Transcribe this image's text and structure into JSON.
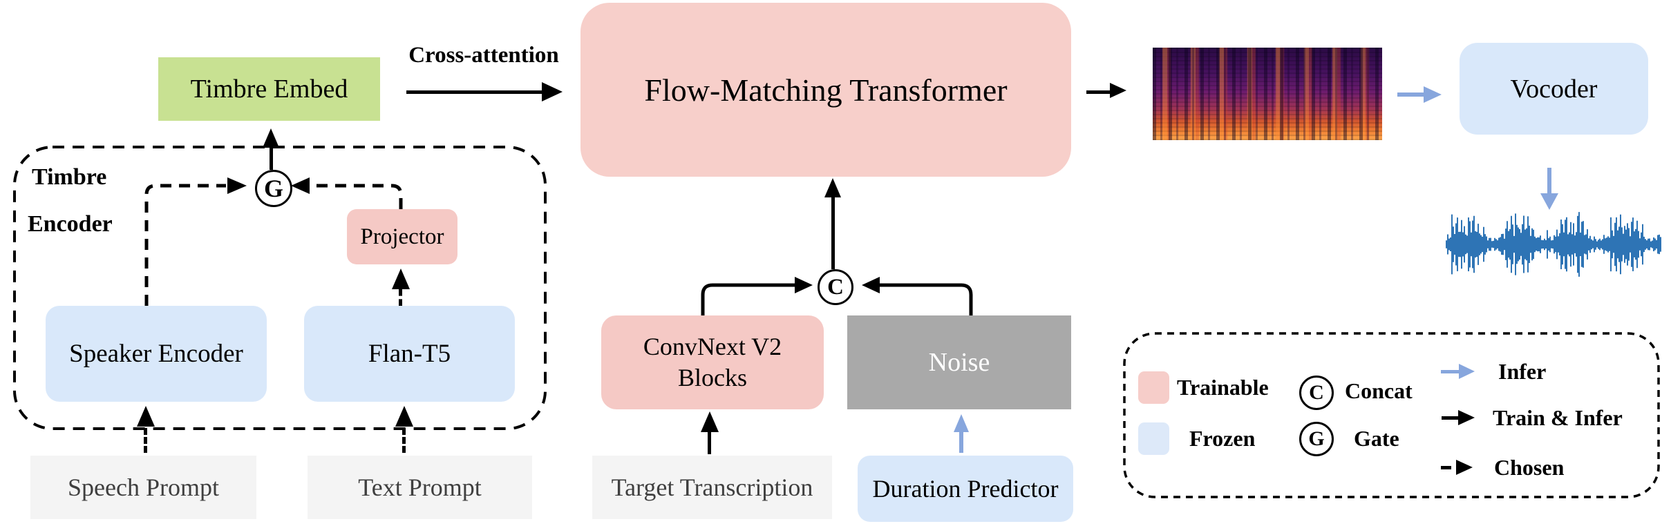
{
  "figure": {
    "nodes": {
      "timbre_embed": "Timbre Embed",
      "flow_matching_transformer": "Flow-Matching Transformer",
      "projector": "Projector",
      "speaker_encoder": "Speaker Encoder",
      "flan_t5": "Flan-T5",
      "speech_prompt": "Speech Prompt",
      "text_prompt": "Text Prompt",
      "convnext_line1": "ConvNext V2",
      "convnext_line2": "Blocks",
      "noise": "Noise",
      "target_transcription": "Target Transcription",
      "duration_predictor": "Duration Predictor",
      "vocoder": "Vocoder"
    },
    "labels": {
      "cross_attention": "Cross-attention",
      "timbre_encoder_line1": "Timbre",
      "timbre_encoder_line2": "Encoder"
    },
    "symbols": {
      "gate": "G",
      "concat": "C"
    },
    "legend": {
      "trainable": "Trainable",
      "frozen": "Frozen",
      "concat_symbol": "C",
      "concat": "Concat",
      "gate_symbol": "G",
      "gate": "Gate",
      "infer": "Infer",
      "train_and_infer": "Train & Infer",
      "chosen": "Chosen"
    },
    "colors": {
      "trainable_fill": "#f6cdc9",
      "frozen_fill": "#d9e8fa",
      "timbre_embed_fill": "#c8e192",
      "noise_fill": "#a9a9a9",
      "prompt_fill": "#f4f4f4",
      "infer_arrow": "#87a6dd",
      "train_arrow": "#000000",
      "waveform": "#2e74b5"
    }
  }
}
